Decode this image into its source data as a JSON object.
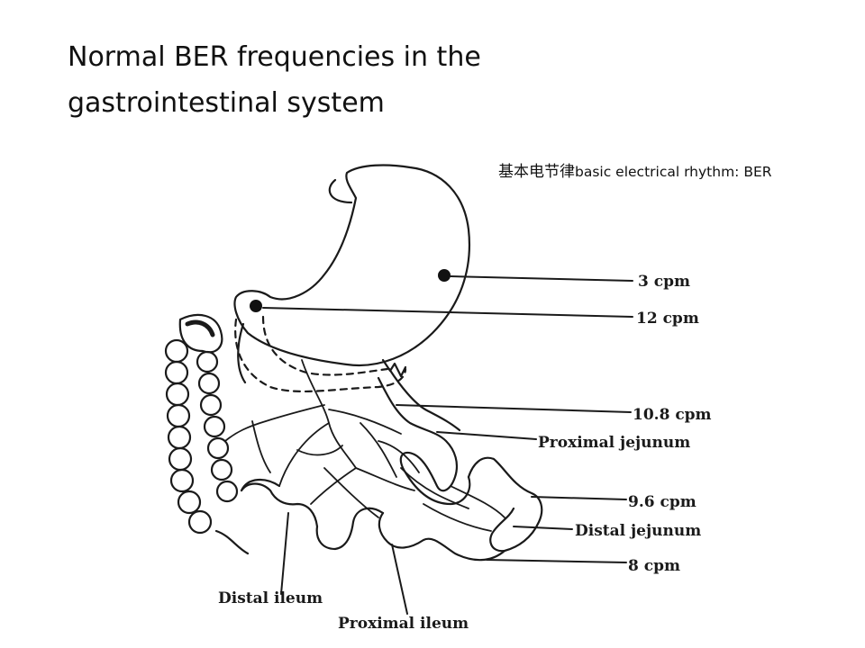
{
  "title": {
    "line1": "Normal BER frequencies in the",
    "line2": "gastrointestinal system"
  },
  "subtitle": {
    "chinese": "基本电节律",
    "english": "basic electrical rhythm: BER"
  },
  "labels": {
    "cpm_3": "3 cpm",
    "cpm_12": "12 cpm",
    "cpm_10_8": "10.8 cpm",
    "proximal_jejunum": "Proximal jejunum",
    "cpm_9_6": "9.6 cpm",
    "distal_jejunum": "Distal jejunum",
    "cpm_8": "8 cpm",
    "distal_ileum": "Distal ileum",
    "proximal_ileum": "Proximal ileum"
  },
  "colors": {
    "ink": "#1a1a1a",
    "background": "#ffffff"
  }
}
